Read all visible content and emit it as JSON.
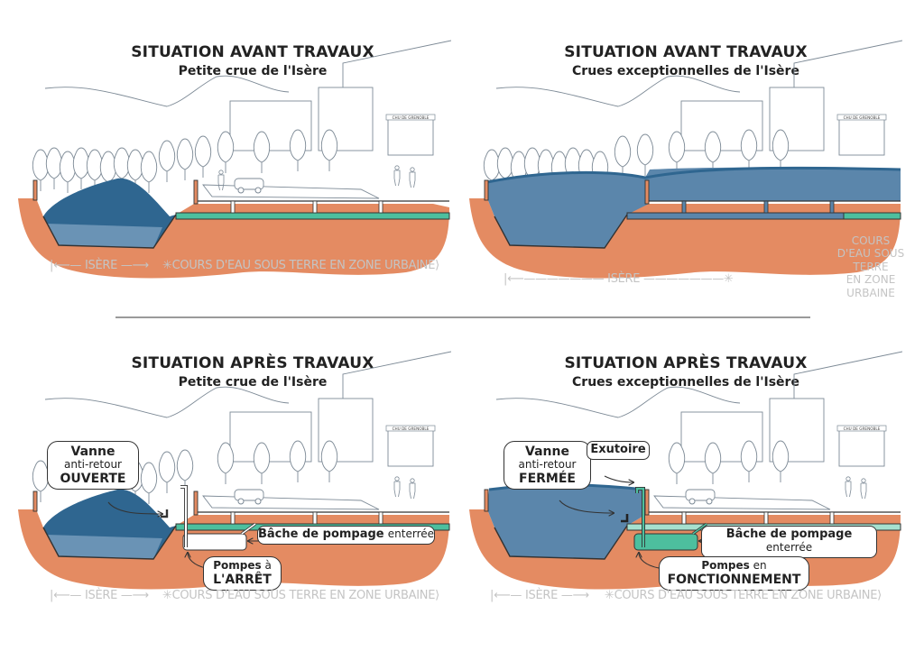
{
  "colors": {
    "earth": "#e48b62",
    "water_dark": "#2f6690",
    "water_light": "#6a93b5",
    "flood": "#5b86ab",
    "teal": "#4dbf9e",
    "line": "#333333",
    "sketch": "#7d8a96",
    "scale_text": "#c4c4c4"
  },
  "panels": [
    {
      "title": "SITUATION AVANT TRAVAUX",
      "subtitle": "Petite crue de l'Isère",
      "scale": {
        "left": "ISÈRE",
        "right": "COURS D'EAU SOUS TERRE EN ZONE URBAINE"
      }
    },
    {
      "title": "SITUATION AVANT TRAVAUX",
      "subtitle": "Crues exceptionnelles de l'Isère",
      "scale": {
        "left": "ISÈRE",
        "right_lines": [
          "COURS",
          "D'EAU SOUS",
          "TERRE",
          "EN ZONE",
          "URBAINE"
        ]
      }
    },
    {
      "title": "SITUATION APRÈS TRAVAUX",
      "subtitle": "Petite crue de l'Isère",
      "scale": {
        "left": "ISÈRE",
        "right": "COURS D'EAU SOUS TERRE EN ZONE URBAINE"
      },
      "callouts": {
        "vanne": {
          "line1": "Vanne",
          "line2": "anti-retour",
          "state": "OUVERTE"
        },
        "bache": {
          "bold": "Bâche de pompage",
          "normal": "enterrée"
        },
        "pompes": {
          "line1_bold": "Pompes",
          "line1_normal": "à",
          "state": "L'ARRÊT"
        }
      }
    },
    {
      "title": "SITUATION APRÈS TRAVAUX",
      "subtitle": "Crues exceptionnelles de l'Isère",
      "scale": {
        "left": "ISÈRE",
        "right": "COURS D'EAU SOUS TERRE EN ZONE URBAINE"
      },
      "callouts": {
        "vanne": {
          "line1": "Vanne",
          "line2": "anti-retour",
          "state": "FERMÉE"
        },
        "exutoire": {
          "label": "Exutoire"
        },
        "bache": {
          "bold": "Bâche de pompage",
          "normal": "enterrée"
        },
        "pompes": {
          "line1_bold": "Pompes",
          "line1_normal": "en",
          "state": "FONCTIONNEMENT"
        }
      }
    }
  ],
  "building_sign": "CHU DE GRENOBLE"
}
